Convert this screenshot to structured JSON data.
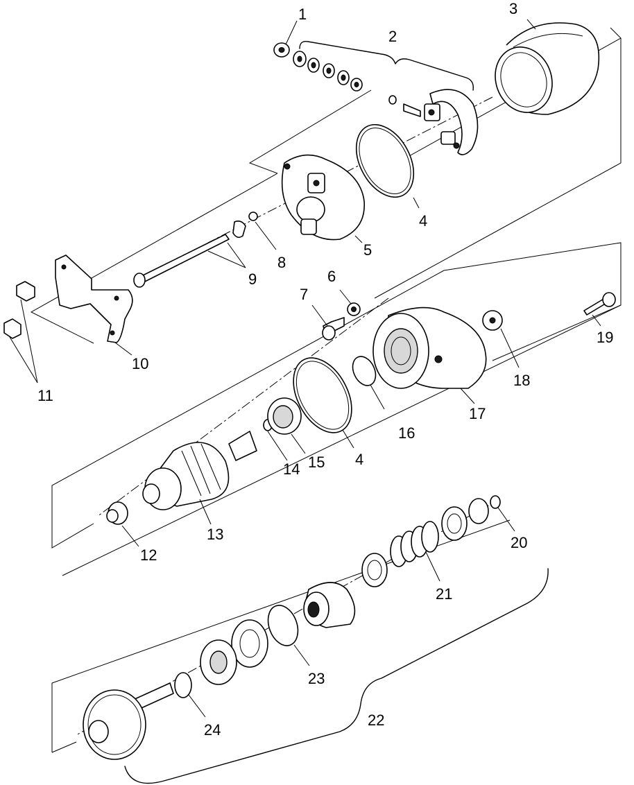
{
  "callouts": [
    {
      "id": "1",
      "label": "1"
    },
    {
      "id": "2",
      "label": "2"
    },
    {
      "id": "3",
      "label": "3"
    },
    {
      "id": "4a",
      "label": "4"
    },
    {
      "id": "5",
      "label": "5"
    },
    {
      "id": "6",
      "label": "6"
    },
    {
      "id": "7",
      "label": "7"
    },
    {
      "id": "8",
      "label": "8"
    },
    {
      "id": "9",
      "label": "9"
    },
    {
      "id": "10",
      "label": "10"
    },
    {
      "id": "11",
      "label": "11"
    },
    {
      "id": "12",
      "label": "12"
    },
    {
      "id": "13",
      "label": "13"
    },
    {
      "id": "14",
      "label": "14"
    },
    {
      "id": "15",
      "label": "15"
    },
    {
      "id": "4b",
      "label": "4"
    },
    {
      "id": "16",
      "label": "16"
    },
    {
      "id": "17",
      "label": "17"
    },
    {
      "id": "18",
      "label": "18"
    },
    {
      "id": "19",
      "label": "19"
    },
    {
      "id": "20",
      "label": "20"
    },
    {
      "id": "21",
      "label": "21"
    },
    {
      "id": "22",
      "label": "22"
    },
    {
      "id": "23",
      "label": "23"
    },
    {
      "id": "24",
      "label": "24"
    }
  ]
}
